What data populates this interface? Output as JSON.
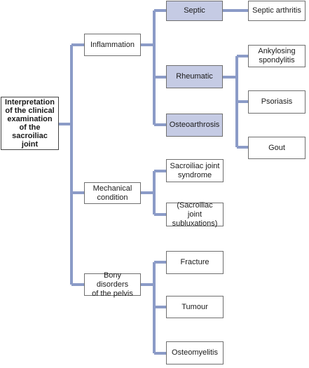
{
  "colors": {
    "connector": "#8b9bc7",
    "shaded_fill": "#c5cbe4",
    "border": "#6f6f6f"
  },
  "nodes": {
    "root": "Interpretation\nof the clinical\nexamination\nof the\nsacroiliac joint",
    "inflammation": "Inflammation",
    "mechanical": "Mechanical\ncondition",
    "bony": "Bony disorders\nof the pelvis",
    "septic": "Septic",
    "rheumatic": "Rheumatic",
    "osteoarthrosis": "Osteoarthrosis",
    "septic_arthritis": "Septic arthritis",
    "ankylosing": "Ankylosing\nspondylitis",
    "psoriasis": "Psoriasis",
    "gout": "Gout",
    "si_syndrome": "Sacroiliac joint\nsyndrome",
    "si_subluxations": "(Sacroiliac joint\nsubluxations)",
    "fracture": "Fracture",
    "tumour": "Tumour",
    "osteomyelitis": "Osteomyelitis"
  }
}
